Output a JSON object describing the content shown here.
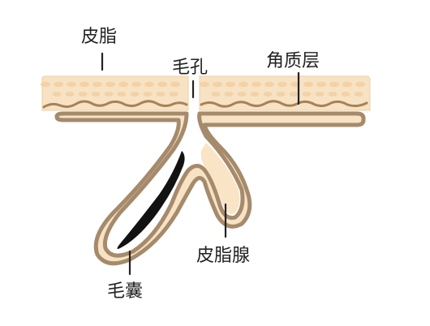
{
  "labels": {
    "sebum": "皮脂",
    "pore": "毛孔",
    "stratum_corneum": "角质层",
    "sebaceous_gland": "皮脂腺",
    "hair_follicle": "毛囊"
  },
  "colors": {
    "background": "#ffffff",
    "skin_light": "#f7e2c4",
    "skin_mid": "#efcfa3",
    "cell_dots": "#f2d2a6",
    "outline": "#a68a6c",
    "corneum_line": "#a68257",
    "gland_fill": "#f9e4c6",
    "hair": "#121212",
    "text": "#222222"
  },
  "icons": {
    "hair_shape": "hair-icon"
  }
}
